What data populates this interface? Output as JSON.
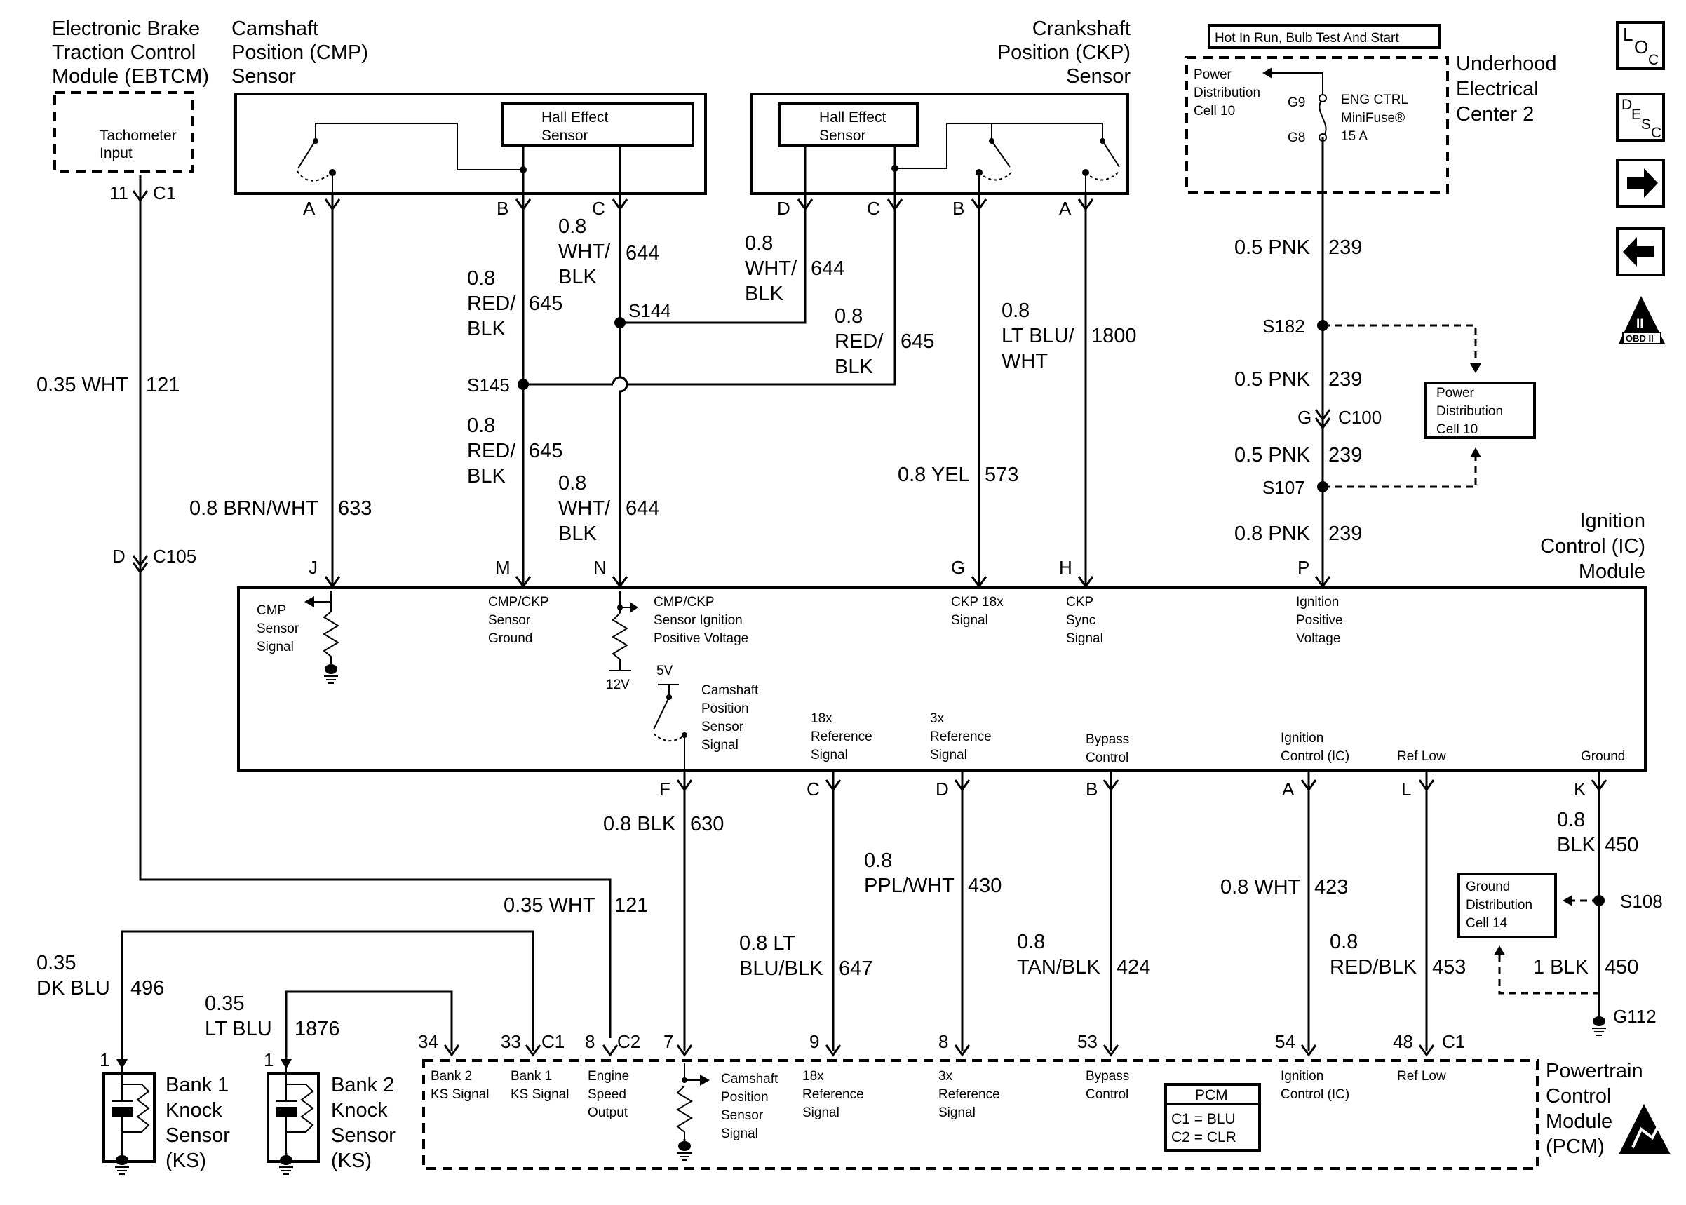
{
  "modules": {
    "ebtcm": {
      "title": [
        "Electronic Brake",
        "Traction Control",
        "Module (EBTCM)"
      ],
      "input": [
        "Tachometer",
        "Input"
      ]
    },
    "cmp": {
      "title": [
        "Camshaft",
        "Position (CMP)",
        "Sensor"
      ],
      "hall": [
        "Hall Effect",
        "Sensor"
      ]
    },
    "ckp": {
      "title": [
        "Crankshaft",
        "Position (CKP)",
        "Sensor"
      ],
      "hall": [
        "Hall Effect",
        "Sensor"
      ]
    },
    "hot_label": "Hot In Run, Bulb Test And Start",
    "uec": {
      "title": [
        "Underhood",
        "Electrical",
        "Center 2"
      ],
      "pdc": [
        "Power",
        "Distribution",
        "Cell 10"
      ],
      "fuse": [
        "ENG CTRL",
        "MiniFuse®",
        "15 A"
      ],
      "g9": "G9",
      "g8": "G8"
    },
    "pdc_box": [
      "Power",
      "Distribution",
      "Cell 10"
    ],
    "gdc_box": [
      "Ground",
      "Distribution",
      "Cell 14"
    ],
    "ic": {
      "title": [
        "Ignition",
        "Control (IC)",
        "Module"
      ]
    },
    "pcm": {
      "title": [
        "Powertrain",
        "Control",
        "Module",
        "(PCM)"
      ],
      "legend_title": "PCM",
      "legend": [
        "C1 = BLU",
        "C2 = CLR"
      ]
    },
    "ks1": [
      "Bank 1",
      "Knock",
      "Sensor",
      "(KS)"
    ],
    "ks2": [
      "Bank 2",
      "Knock",
      "Sensor",
      "(KS)"
    ]
  },
  "nav_icons": {
    "loc": [
      "L",
      "O",
      "C"
    ],
    "desc": [
      "D",
      "E",
      "S",
      "C"
    ],
    "obd": [
      "II",
      "OBD II"
    ]
  },
  "pins": {
    "ebtcm": {
      "pin": "11",
      "conn": "C1",
      "d": "D",
      "c105": "C105"
    },
    "cmp": [
      "A",
      "B",
      "C"
    ],
    "ckp": [
      "D",
      "C",
      "B",
      "A"
    ],
    "ic_top": [
      "J",
      "M",
      "N",
      "G",
      "H",
      "P"
    ],
    "ic_bottom": [
      "F",
      "C",
      "D",
      "B",
      "A",
      "L",
      "K"
    ],
    "pcm": [
      "34",
      "33",
      "C1",
      "8",
      "C2",
      "7",
      "9",
      "8",
      "53",
      "54",
      "48",
      "C1"
    ],
    "ks": [
      "1",
      "1"
    ]
  },
  "splices": {
    "s144": "S144",
    "s145": "S145",
    "s182": "S182",
    "s107": "S107",
    "s108": "S108",
    "g": "G",
    "c100": "C100",
    "g112": "G112"
  },
  "wires": {
    "ebtcm_top": {
      "gauge": "0.35 WHT",
      "circuit": "121"
    },
    "ebtcm_bottom": {
      "gauge": "0.35 WHT",
      "circuit": "121"
    },
    "cmp_a": {
      "gauge": "0.8 BRN/WHT",
      "circuit": "633"
    },
    "cmp_b": {
      "gauge": [
        "0.8",
        "RED/",
        "BLK"
      ],
      "circuit": "645"
    },
    "cmp_c": {
      "gauge": [
        "0.8",
        "WHT/",
        "BLK"
      ],
      "circuit": "644"
    },
    "ic_m": {
      "gauge": [
        "0.8",
        "RED/",
        "BLK"
      ],
      "circuit": "645"
    },
    "ic_n": {
      "gauge": [
        "0.8",
        "WHT/",
        "BLK"
      ],
      "circuit": "644"
    },
    "ckp_d": {
      "gauge": [
        "0.8",
        "WHT/",
        "BLK"
      ],
      "circuit": "644"
    },
    "ckp_c": {
      "gauge": [
        "0.8",
        "RED/",
        "BLK"
      ],
      "circuit": "645"
    },
    "ckp_b": {
      "gauge": "0.8 YEL",
      "circuit": "573"
    },
    "ckp_a": {
      "gauge": [
        "0.8",
        "LT BLU/",
        "WHT"
      ],
      "circuit": "1800"
    },
    "pnk1": {
      "gauge": "0.5 PNK",
      "circuit": "239"
    },
    "pnk2": {
      "gauge": "0.5 PNK",
      "circuit": "239"
    },
    "pnk3": {
      "gauge": "0.5 PNK",
      "circuit": "239"
    },
    "pnk4": {
      "gauge": "0.8 PNK",
      "circuit": "239"
    },
    "f": {
      "gauge": "0.8 BLK",
      "circuit": "630"
    },
    "c": {
      "gauge": [
        "0.8 LT",
        "BLU/BLK"
      ],
      "circuit": "647"
    },
    "d": {
      "gauge": [
        "0.8",
        "PPL/WHT"
      ],
      "circuit": "430"
    },
    "b": {
      "gauge": [
        "0.8",
        "TAN/BLK"
      ],
      "circuit": "424"
    },
    "a": {
      "gauge": "0.8 WHT",
      "circuit": "423"
    },
    "l": {
      "gauge": [
        "0.8",
        "RED/BLK"
      ],
      "circuit": "453"
    },
    "k": {
      "gauge": [
        "0.8",
        "BLK"
      ],
      "circuit": "450"
    },
    "k2": {
      "gauge": "1 BLK",
      "circuit": "450"
    },
    "ks1": {
      "gauge": [
        "0.35",
        "DK BLU"
      ],
      "circuit": "496"
    },
    "ks2": {
      "gauge": [
        "0.35",
        "LT BLU"
      ],
      "circuit": "1876"
    }
  },
  "ic_labels": {
    "cmp_sig": [
      "CMP",
      "Sensor",
      "Signal"
    ],
    "gnd": [
      "CMP/CKP",
      "Sensor",
      "Ground"
    ],
    "pos": [
      "CMP/CKP",
      "Sensor Ignition",
      "Positive Voltage"
    ],
    "ckp18": [
      "CKP 18x",
      "Signal"
    ],
    "sync": [
      "CKP",
      "Sync",
      "Signal"
    ],
    "ipv": [
      "Ignition",
      "Positive",
      "Voltage"
    ],
    "v12": "12V",
    "v5": "5V",
    "cam": [
      "Camshaft",
      "Position",
      "Sensor",
      "Signal"
    ],
    "ref18": [
      "18x",
      "Reference",
      "Signal"
    ],
    "ref3": [
      "3x",
      "Reference",
      "Signal"
    ],
    "bypass": [
      "Bypass",
      "Control"
    ],
    "ignctl": [
      "Ignition",
      "Control (IC)"
    ],
    "reflow": "Ref Low",
    "ground": "Ground"
  },
  "pcm_labels": {
    "b2ks": [
      "Bank 2",
      "KS Signal"
    ],
    "b1ks": [
      "Bank 1",
      "KS Signal"
    ],
    "eso": [
      "Engine",
      "Speed",
      "Output"
    ],
    "cam": [
      "Camshaft",
      "Position",
      "Sensor",
      "Signal"
    ],
    "ref18": [
      "18x",
      "Reference",
      "Signal"
    ],
    "ref3": [
      "3x",
      "Reference",
      "Signal"
    ],
    "bypass": [
      "Bypass",
      "Control"
    ],
    "ignctl": [
      "Ignition",
      "Control (IC)"
    ],
    "reflow": "Ref Low"
  }
}
